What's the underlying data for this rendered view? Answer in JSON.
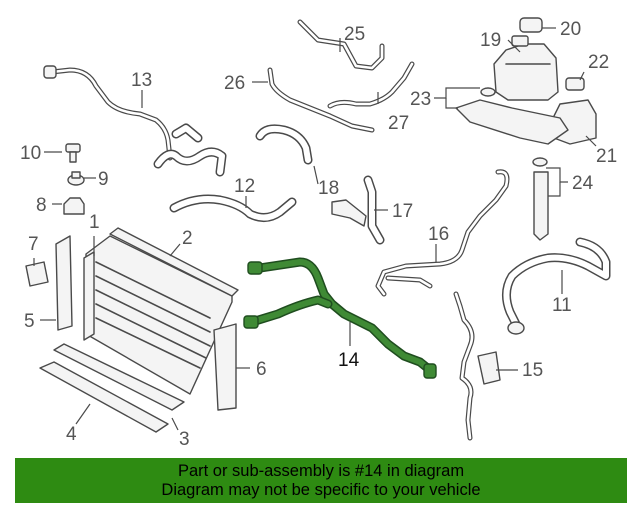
{
  "diagram": {
    "highlighted_part": "14",
    "callouts": [
      "1",
      "2",
      "3",
      "4",
      "5",
      "6",
      "7",
      "8",
      "9",
      "10",
      "11",
      "12",
      "13",
      "14",
      "15",
      "16",
      "17",
      "18",
      "19",
      "20",
      "21",
      "22",
      "23",
      "24",
      "25",
      "26",
      "27"
    ]
  },
  "banner": {
    "line1": "Part or sub-assembly is #14 in diagram",
    "line2": "Diagram may not be specific to your vehicle"
  },
  "colors": {
    "banner_background": "#2e8b12",
    "highlight_part": "#3f8a35",
    "line_art": "#4a4a4a"
  }
}
